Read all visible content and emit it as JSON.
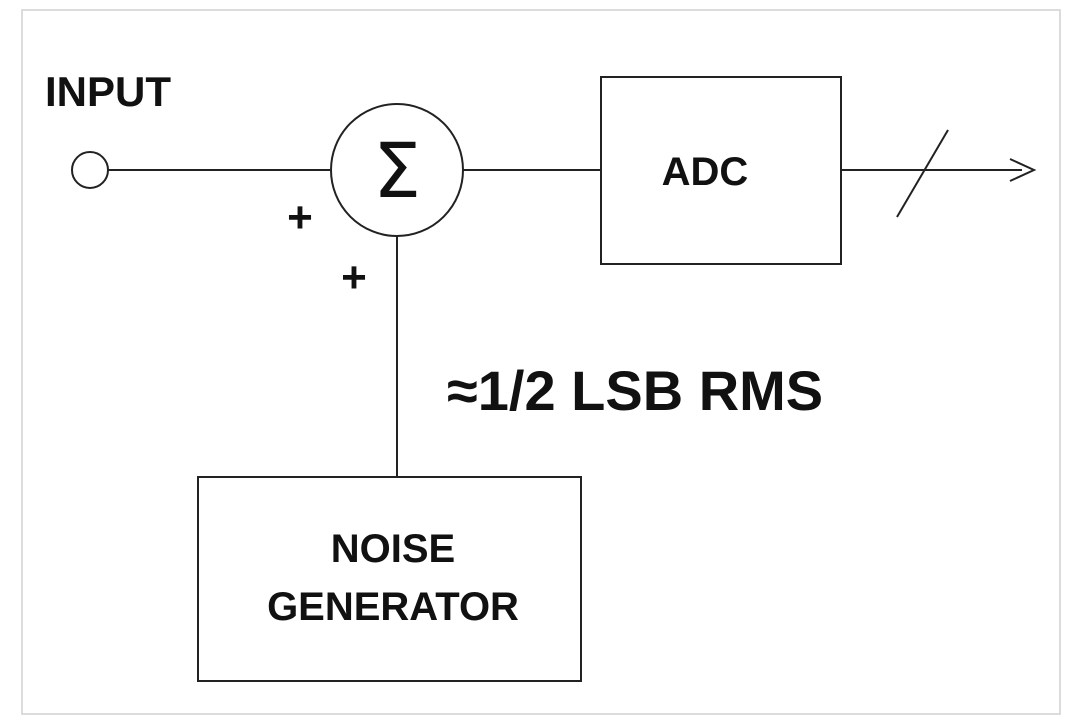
{
  "diagram": {
    "input_label": "INPUT",
    "summer_symbol": "Σ",
    "plus_sign_input": "+",
    "plus_sign_noise": "+",
    "adc_label": "ADC",
    "noise_generator_line1": "NOISE",
    "noise_generator_line2": "GENERATOR",
    "noise_level_label": "≈1/2 LSB RMS"
  },
  "colors": {
    "line": "#222222",
    "frame": "#d0d0d0",
    "background": "#ffffff"
  },
  "icons": {
    "input_terminal": "input-terminal-icon",
    "summing_junction": "summing-junction-icon",
    "output_arrow": "arrow-right-icon",
    "bus_slash": "bus-slash-icon"
  }
}
